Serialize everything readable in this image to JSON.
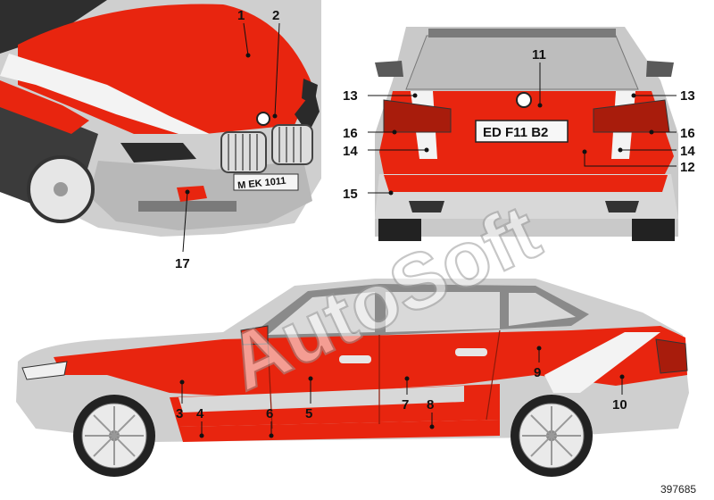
{
  "callouts": [
    {
      "n": "1"
    },
    {
      "n": "2"
    },
    {
      "n": "3"
    },
    {
      "n": "4"
    },
    {
      "n": "5"
    },
    {
      "n": "6"
    },
    {
      "n": "7"
    },
    {
      "n": "8"
    },
    {
      "n": "9"
    },
    {
      "n": "10"
    },
    {
      "n": "11"
    },
    {
      "n": "12"
    },
    {
      "n": "13"
    },
    {
      "n": "13"
    },
    {
      "n": "14"
    },
    {
      "n": "14"
    },
    {
      "n": "15"
    },
    {
      "n": "16"
    },
    {
      "n": "16"
    },
    {
      "n": "17"
    }
  ],
  "plates": {
    "front": "M EK 1011",
    "rear": "ED F11 B2"
  },
  "watermark": "AutoSoft",
  "reference_number": "397685",
  "colors": {
    "livery_red": "#e8250f",
    "body_silver": "#c9c9c9",
    "body_dark": "#6d6d6d",
    "glass": "#3a3a3a"
  }
}
